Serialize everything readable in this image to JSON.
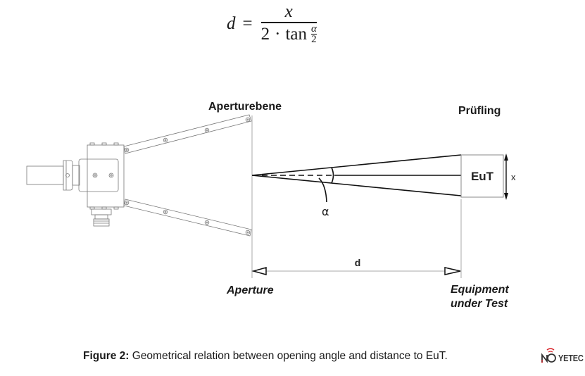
{
  "formula": {
    "lhs": "d",
    "equals": "=",
    "numerator": "x",
    "denominator_coefficient": "2",
    "operator": "·",
    "function": "tan",
    "angle_numerator": "α",
    "angle_denominator": "2"
  },
  "diagram": {
    "labels": {
      "aperture_plane_de": "Aperturebene",
      "eut_de": "Prüfling",
      "eut_box": "EuT",
      "height_symbol": "x",
      "angle_symbol": "α",
      "distance_symbol": "d",
      "aperture_en": "Aperture",
      "eut_en_line1": "Equipment",
      "eut_en_line2": "under Test"
    }
  },
  "caption": {
    "prefix": "Figure 2:",
    "text": " Geometrical relation between opening angle and distance to EuT."
  },
  "logo": {
    "text": "YETEC",
    "accent_color": "#d9262c"
  }
}
